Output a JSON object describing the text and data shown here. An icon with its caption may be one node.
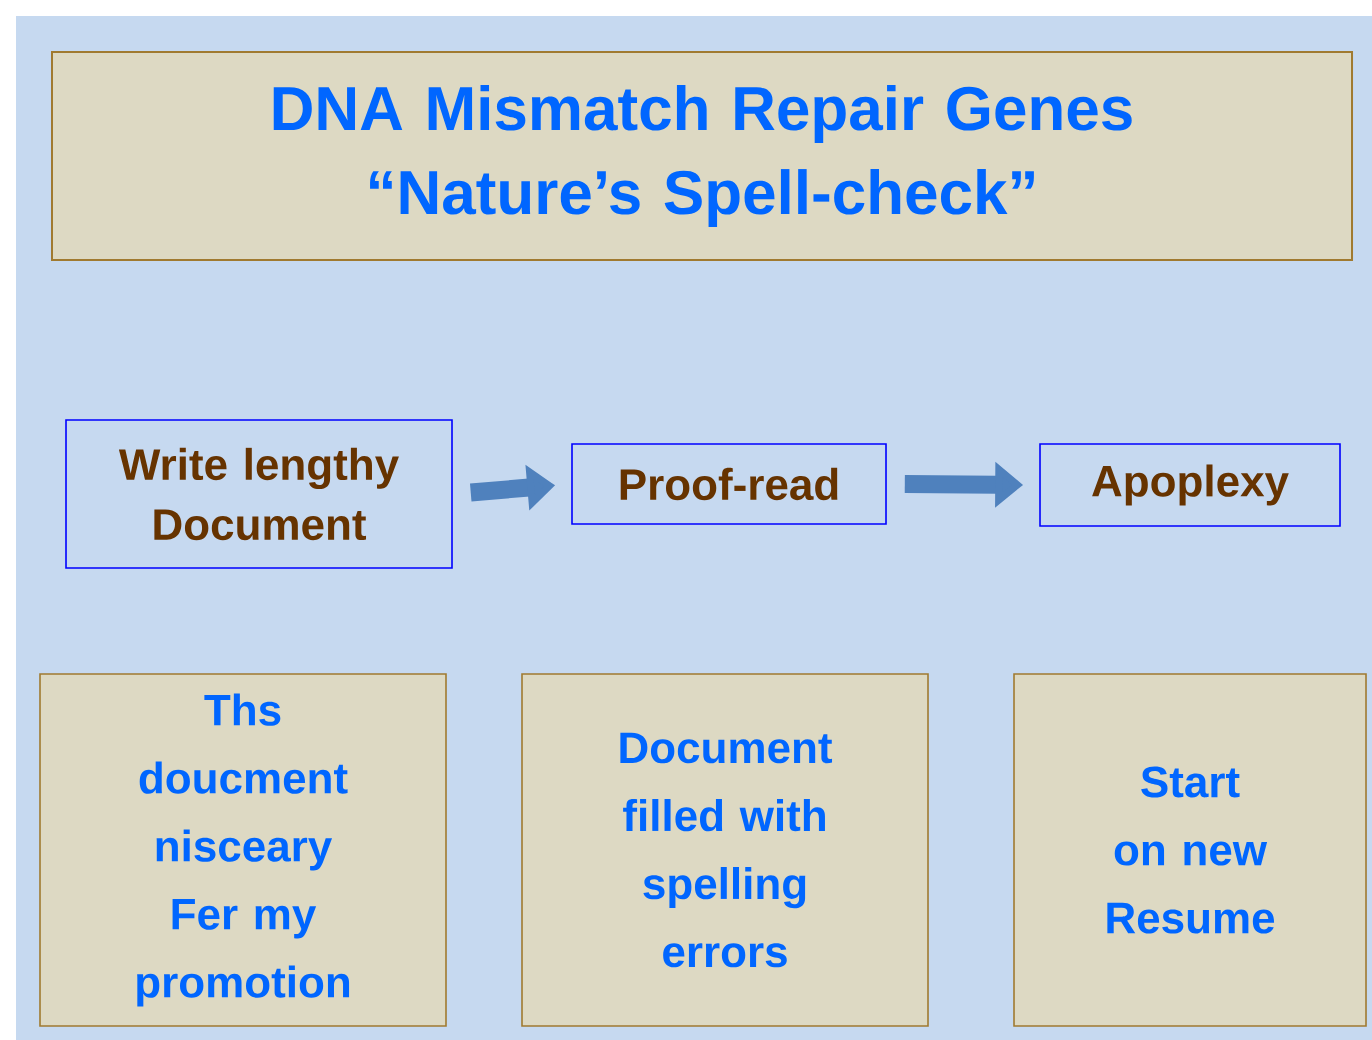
{
  "diagram": {
    "title": "DNA Mismatch Repair Genes “Nature’s Spell-check”",
    "nodes": [
      {
        "text": [
          "Write lengthy Document"
        ]
      },
      {
        "text": [
          "Proof-read"
        ]
      },
      {
        "text": [
          "Apoplexy"
        ]
      },
      {
        "text": [
          "Ths doucment nisceary Fer my promotion"
        ]
      },
      {
        "text": [
          "Document filled with spelling errors"
        ]
      },
      {
        "text": [
          "Start on new Resume"
        ]
      }
    ],
    "edges": [
      {
        "from": 0,
        "to": 1,
        "arrow": "to"
      },
      {
        "from": 1,
        "to": 2,
        "arrow": "to"
      }
    ]
  }
}
